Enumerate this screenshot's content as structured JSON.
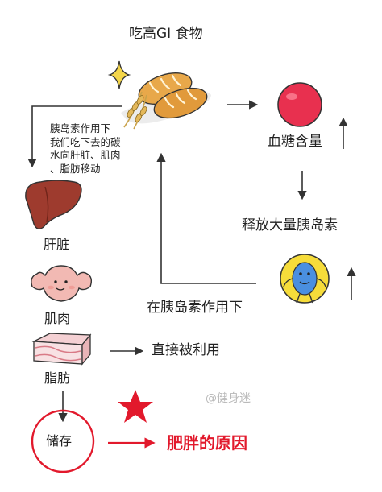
{
  "title": "吃高GI 食物",
  "note_lines": [
    "胰岛素作用下",
    "我们吃下去的碳",
    "水向肝脏、肌肉",
    "、脂肪移动"
  ],
  "organs": {
    "liver": "肝脏",
    "muscle": "肌肉",
    "fat": "脂肪",
    "storage": "储存"
  },
  "flow": {
    "blood_sugar": "血糖含量",
    "insulin_release": "释放大量胰岛素",
    "under_insulin": "在胰岛素作用下",
    "used_directly": "直接被利用",
    "cause": "肥胖的原因"
  },
  "watermark": "@健身迷",
  "colors": {
    "accent_red": "#e2192c",
    "blood_drop": "#e8304f",
    "insulin_yellow": "#f6dc3a",
    "insulin_blue": "#4a8fe0",
    "liver": "#9e3b2e",
    "muscle": "#f2b9b3",
    "bread": "#e8a84a",
    "star_yellow": "#f4d64a"
  }
}
